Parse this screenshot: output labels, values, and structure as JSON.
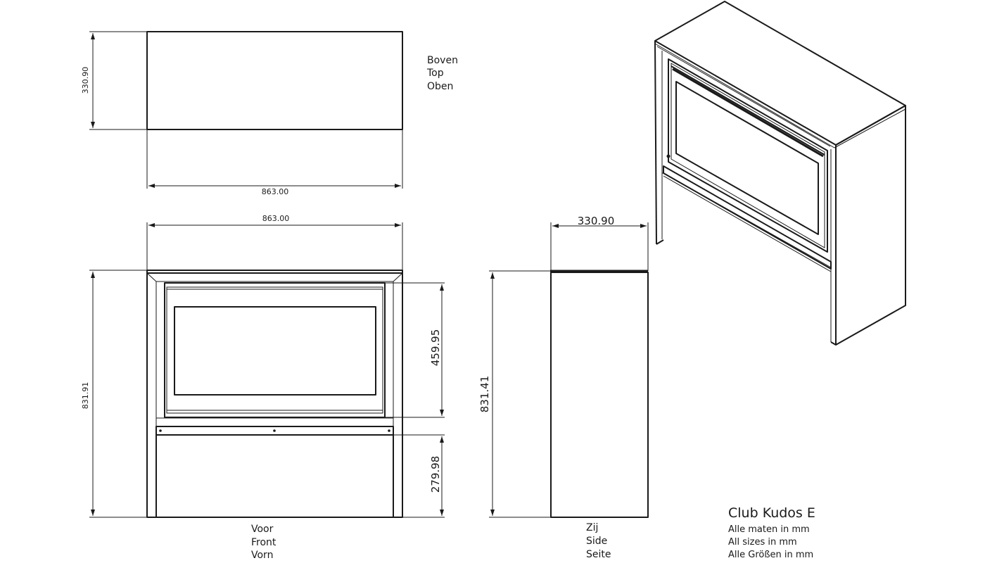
{
  "views": {
    "top": {
      "label_lines": [
        "Boven",
        "Top",
        "Oben"
      ]
    },
    "front": {
      "label_lines": [
        "Voor",
        "Front",
        "Vorn"
      ]
    },
    "side": {
      "label_lines": [
        "Zij",
        "Side",
        "Seite"
      ]
    }
  },
  "dimensions": {
    "top_depth": "330.90",
    "top_width": "863.00",
    "front_width": "863.00",
    "front_height": "831.91",
    "front_window_height": "459.95",
    "front_base_height": "279.98",
    "side_depth": "330.90",
    "side_height": "831.41"
  },
  "product": {
    "name": "Club Kudos E",
    "notes": [
      "Alle maten in mm",
      "All sizes in mm",
      "Alle Größen in mm"
    ]
  }
}
